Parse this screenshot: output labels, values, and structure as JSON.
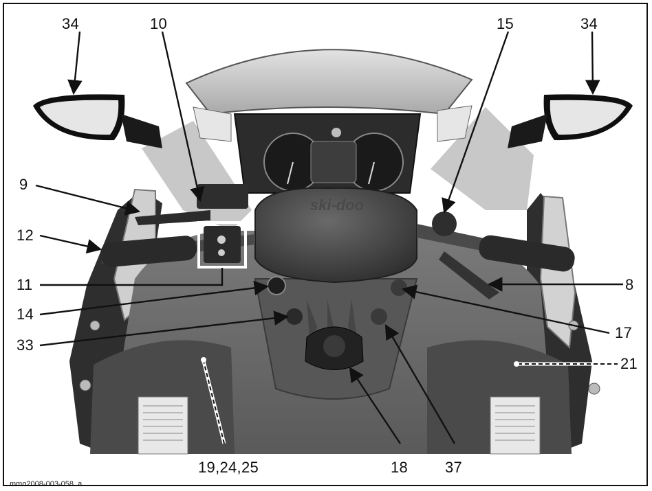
{
  "figure_id": "mmo2008-003-058_a",
  "brand_text": "ski-doo",
  "colors": {
    "body_dark": "#3b3b3b",
    "body_mid": "#6a6a6a",
    "body_light": "#8a8a8a",
    "windshield": "#cfcfcf",
    "chrome": "#d8d8d8",
    "leader": "#111111"
  },
  "callouts": {
    "mirror_left": "34",
    "mirror_right": "34",
    "brake_reservoir": "10",
    "lever_left": "9",
    "grip_left": "12",
    "switch_box": "11",
    "key_switch": "14",
    "switch_33": "33",
    "throttle": "15",
    "throttle_lever": "8",
    "button_17": "17",
    "panel_right": "21",
    "fuel_cap": "18",
    "button_37": "37",
    "panel_left": "19,24,25"
  }
}
